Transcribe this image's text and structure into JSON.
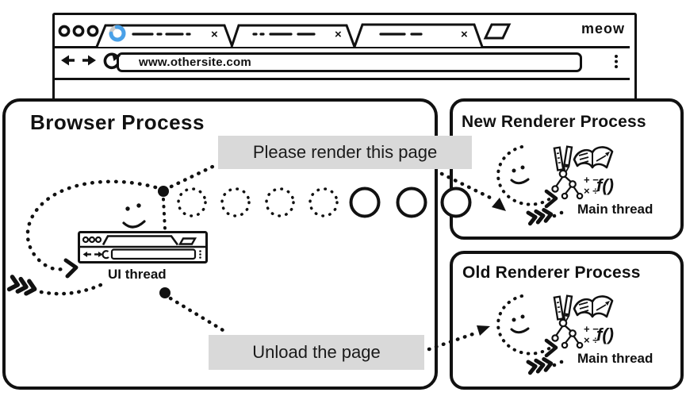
{
  "window": {
    "brand": "meow",
    "url": "www.othersite.com",
    "close_glyph": "×"
  },
  "labels": {
    "please_render": "Please render this page",
    "unload": "Unload the page"
  },
  "browser_process": {
    "title": "Browser Process",
    "thread": "UI thread"
  },
  "new_renderer": {
    "title": "New Renderer Process",
    "thread": "Main thread"
  },
  "old_renderer": {
    "title": "Old Renderer Process",
    "thread": "Main thread"
  },
  "renderer_icons": {
    "math_top": "+ −",
    "math_bottom": "× ÷",
    "function": "f()"
  },
  "colors": {
    "ink": "#111111",
    "label_bg": "#d9d9d9",
    "spinner_blue": "#4aa1e8"
  }
}
